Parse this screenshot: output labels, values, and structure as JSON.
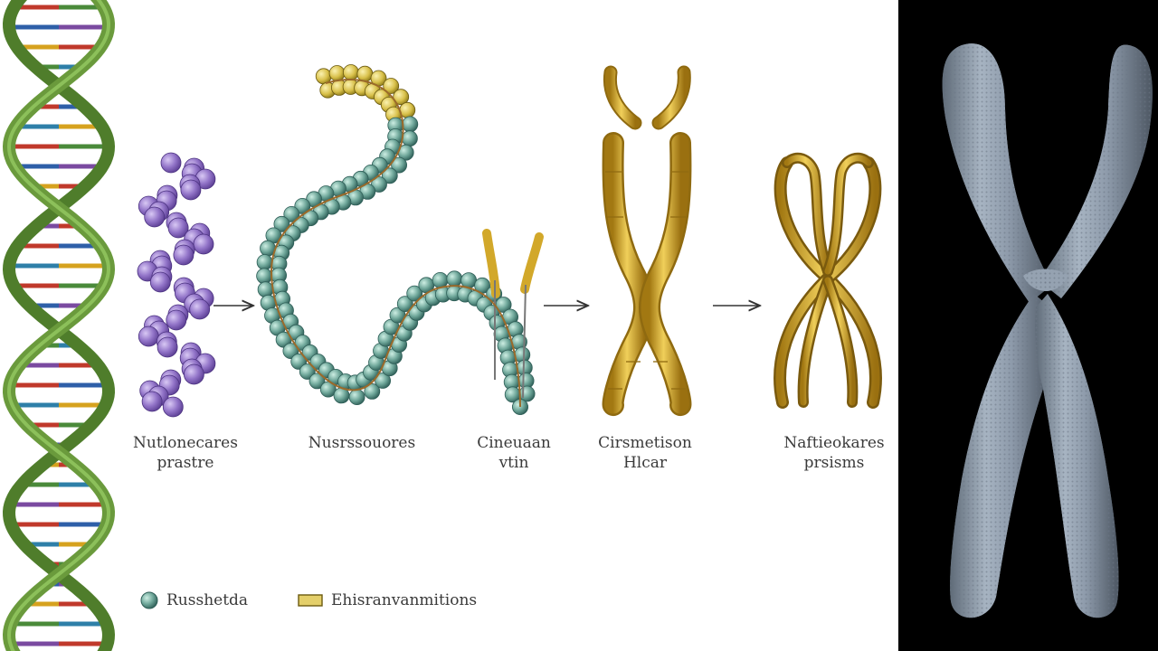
{
  "stages": [
    {
      "line1": "Nutlonecares",
      "line2": "prastre"
    },
    {
      "line1": "Nusrssouores",
      "line2": ""
    },
    {
      "line1": "Cineuaan",
      "line2": "vtin"
    },
    {
      "line1": "Cirsmetison",
      "line2": "Hlcar"
    },
    {
      "line1": "Naftieokares",
      "line2": "prsisms"
    }
  ],
  "legend": {
    "item1": "Russhetda",
    "item2": "Ehisranvanmitions"
  },
  "colors": {
    "helix_strand": "#6a9a3c",
    "nucleosome": "#8f6fc0",
    "bead": "#6fa79a",
    "chromatid": "#d9ad2e",
    "chromosome_3d": "#8a98a8",
    "background_right": "#000000"
  }
}
